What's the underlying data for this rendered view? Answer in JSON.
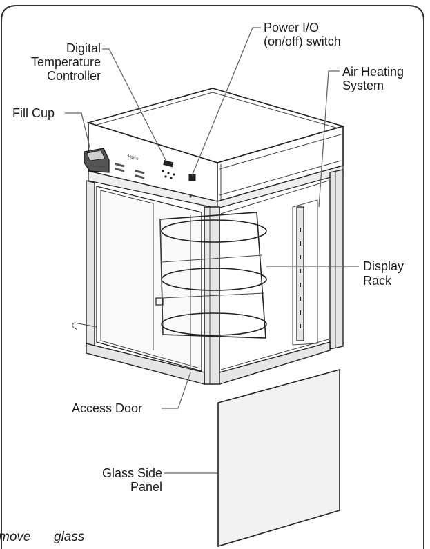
{
  "labels": {
    "digital_temp_line1": "Digital",
    "digital_temp_line2": "Temperature",
    "digital_temp_line3": "Controller",
    "power_line1": "Power I/O",
    "power_line2": "(on/off) switch",
    "air_line1": "Air Heating",
    "air_line2": "System",
    "fill_cup": "Fill Cup",
    "display_line1": "Display",
    "display_line2": "Rack",
    "access_door": "Access Door",
    "glass_line1": "Glass Side",
    "glass_line2": "Panel"
  },
  "caption": {
    "left": "move",
    "right": "glass"
  },
  "colors": {
    "line": "#222222",
    "leader": "#666666",
    "panel_fill": "#f2f2f2",
    "frame_fill": "#e6e6e6"
  }
}
